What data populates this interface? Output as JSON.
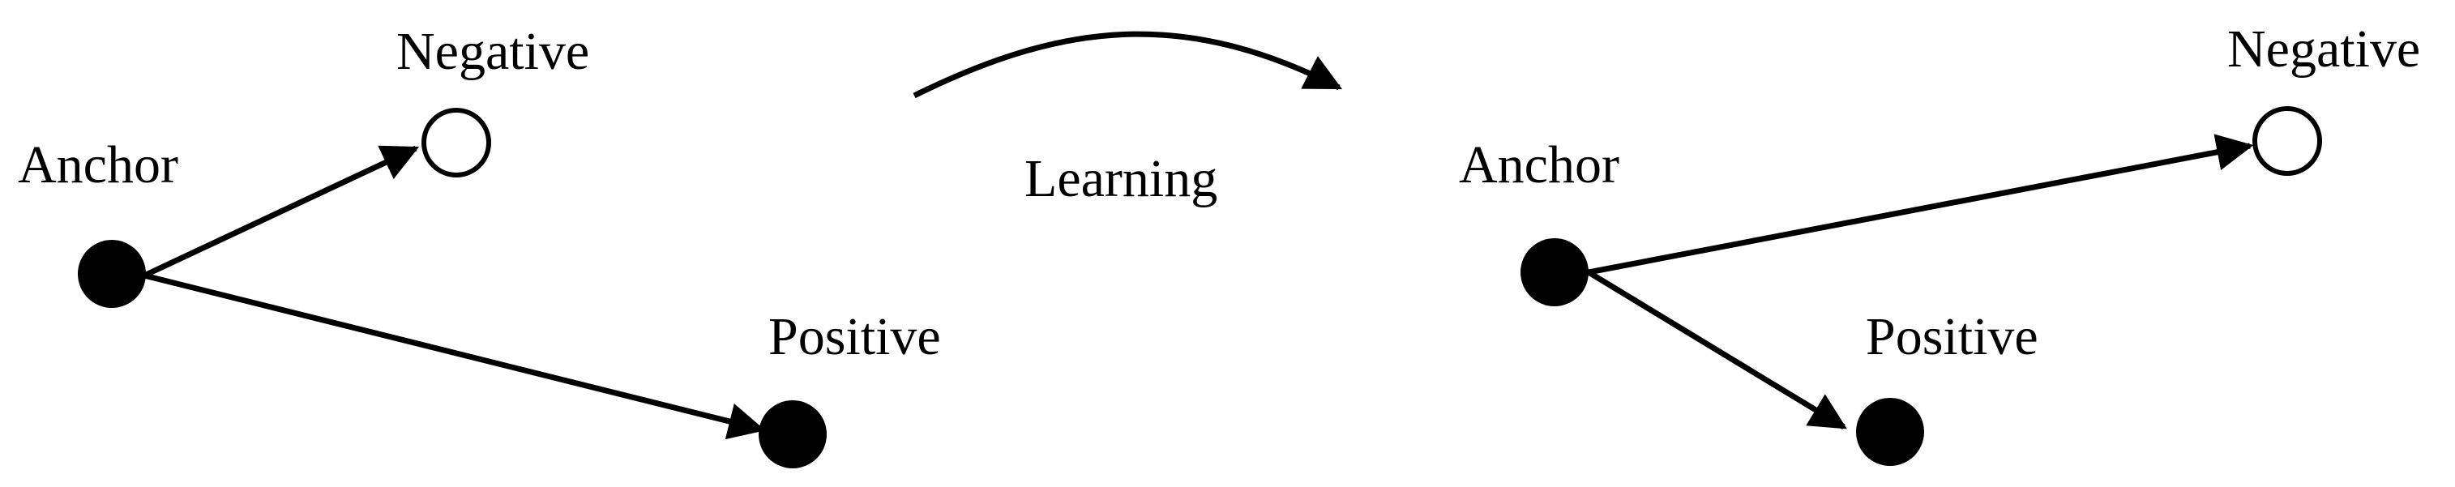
{
  "before": {
    "anchor_label": "Anchor",
    "negative_label": "Negative",
    "positive_label": "Positive"
  },
  "transition": {
    "label": "Learning"
  },
  "after": {
    "anchor_label": "Anchor",
    "negative_label": "Negative",
    "positive_label": "Positive"
  },
  "colors": {
    "stroke": "#000000",
    "background": "#ffffff"
  }
}
